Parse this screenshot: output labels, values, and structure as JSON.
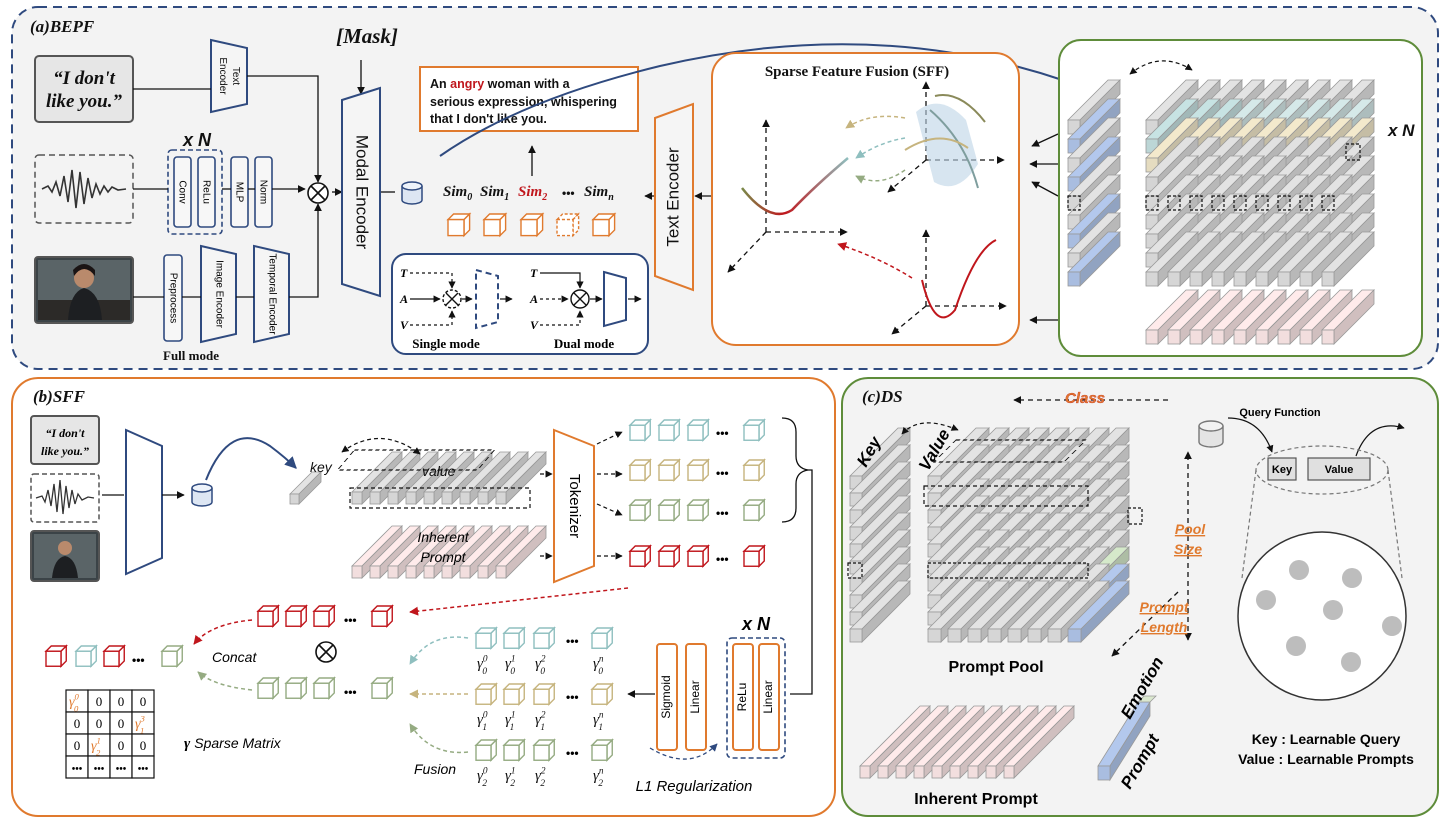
{
  "panel_a": {
    "title": "(a)BEPF",
    "quote_line1": "“I don't",
    "quote_line2": "like you.”",
    "text_encoder_small": [
      "Text",
      "Encoder"
    ],
    "xn": "x N",
    "audio_blocks": [
      "Conv",
      "ReLu",
      "MLP",
      "Norm"
    ],
    "video_blocks": [
      "Preprocess",
      "Image Encoder",
      "Temporal Encoder"
    ],
    "full_mode": "Full mode",
    "mask": "[Mask]",
    "modal_encoder": "Modal Encoder",
    "caption": {
      "pre": "An ",
      "highlight": "angry",
      "post_line1": " woman with a",
      "line2": "serious expression, whispering",
      "line3": "that I don't like you."
    },
    "sim_labels": [
      "Sim",
      "Sim",
      "Sim",
      "•••",
      "Sim"
    ],
    "sim_subs": [
      "0",
      "1",
      "2",
      "",
      "n"
    ],
    "text_encoder_large": "Text Encoder",
    "modes": {
      "t": "T",
      "a": "A",
      "v": "V",
      "single": "Single mode",
      "dual": "Dual mode"
    },
    "sff_title": "Sparse Feature Fusion (SFF)",
    "cube_xn": "x N"
  },
  "panel_b": {
    "title": "(b)SFF",
    "quote_line1": "“I don't",
    "quote_line2": "like you.”",
    "key": "key",
    "value": "value",
    "inherent": [
      "Inherent",
      "Prompt"
    ],
    "tokenizer": "Tokenizer",
    "dots": "•••",
    "concat": "Concat",
    "sparse_matrix": "Sparse Matrix",
    "gamma": "γ",
    "fusion": "Fusion",
    "l1": "L1 Regularization",
    "ff_blocks": [
      "Sigmoid",
      "Linear",
      "ReLu",
      "Linear"
    ],
    "xn": "x N",
    "gamma_rows": [
      {
        "base": "γ",
        "sub": "0",
        "sups": [
          "0",
          "1",
          "2",
          "n"
        ]
      },
      {
        "base": "γ",
        "sub": "1",
        "sups": [
          "0",
          "1",
          "2",
          "n"
        ]
      },
      {
        "base": "γ",
        "sub": "2",
        "sups": [
          "0",
          "1",
          "2",
          "n"
        ]
      }
    ],
    "matrix": [
      [
        {
          "t": "γ",
          "sub": "0",
          "sup": "0",
          "hl": true
        },
        {
          "t": "0"
        },
        {
          "t": "0"
        },
        {
          "t": "0"
        }
      ],
      [
        {
          "t": "0"
        },
        {
          "t": "0"
        },
        {
          "t": "0"
        },
        {
          "t": "γ",
          "sub": "1",
          "sup": "3",
          "hl": true
        }
      ],
      [
        {
          "t": "0"
        },
        {
          "t": "γ",
          "sub": "2",
          "sup": "1",
          "hl": true
        },
        {
          "t": "0"
        },
        {
          "t": "0"
        }
      ],
      [
        {
          "t": "•••"
        },
        {
          "t": "•••"
        },
        {
          "t": "•••"
        },
        {
          "t": "•••"
        }
      ]
    ]
  },
  "panel_c": {
    "title": "(c)DS",
    "class": "Class",
    "key": "Key",
    "value": "Value",
    "pool_size": [
      "Pool",
      "Size"
    ],
    "prompt_length": [
      "Prompt",
      "Length"
    ],
    "prompt_pool": "Prompt Pool",
    "emotion": "Emotion",
    "prompt": "Prompt",
    "inherent_prompt": "Inherent Prompt",
    "query_function": "Query Function",
    "qkey": "Key",
    "qvalue": "Value",
    "legend_key": "Key : Learnable Query",
    "legend_value": "Value : Learnable Prompts"
  },
  "colors": {
    "navy": "#2f4a7f",
    "orange": "#e07a2e",
    "green": "#5e8c3a",
    "red": "#c0161c",
    "teal": "#8fbfbf",
    "olive": "#c6b47e",
    "sage": "#95ab82",
    "pink": "#f2dede",
    "blue": "#a9bde0",
    "gray": "#d6d6d6"
  }
}
